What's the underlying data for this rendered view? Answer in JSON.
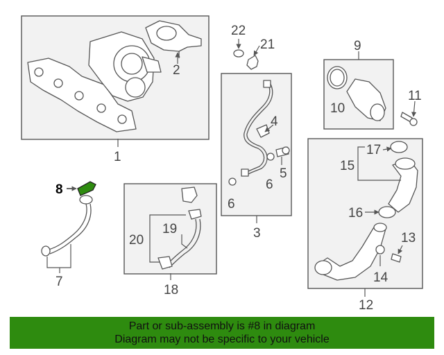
{
  "labels": {
    "c1": "1",
    "c2": "2",
    "c3": "3",
    "c4": "4",
    "c5": "5",
    "c6a": "6",
    "c6b": "6",
    "c7": "7",
    "c8": "8",
    "c9": "9",
    "c10": "10",
    "c11": "11",
    "c12": "12",
    "c13": "13",
    "c14": "14",
    "c15": "15",
    "c16": "16",
    "c17": "17",
    "c18": "18",
    "c19": "19",
    "c20": "20",
    "c21": "21",
    "c22": "22"
  },
  "banner": {
    "line1": "Part or sub-assembly is #8 in diagram",
    "line2": "Diagram may not be specific to your vehicle"
  },
  "colors": {
    "banner_bg": "#2e8b0f",
    "highlight_part": "#2e8b0f"
  }
}
